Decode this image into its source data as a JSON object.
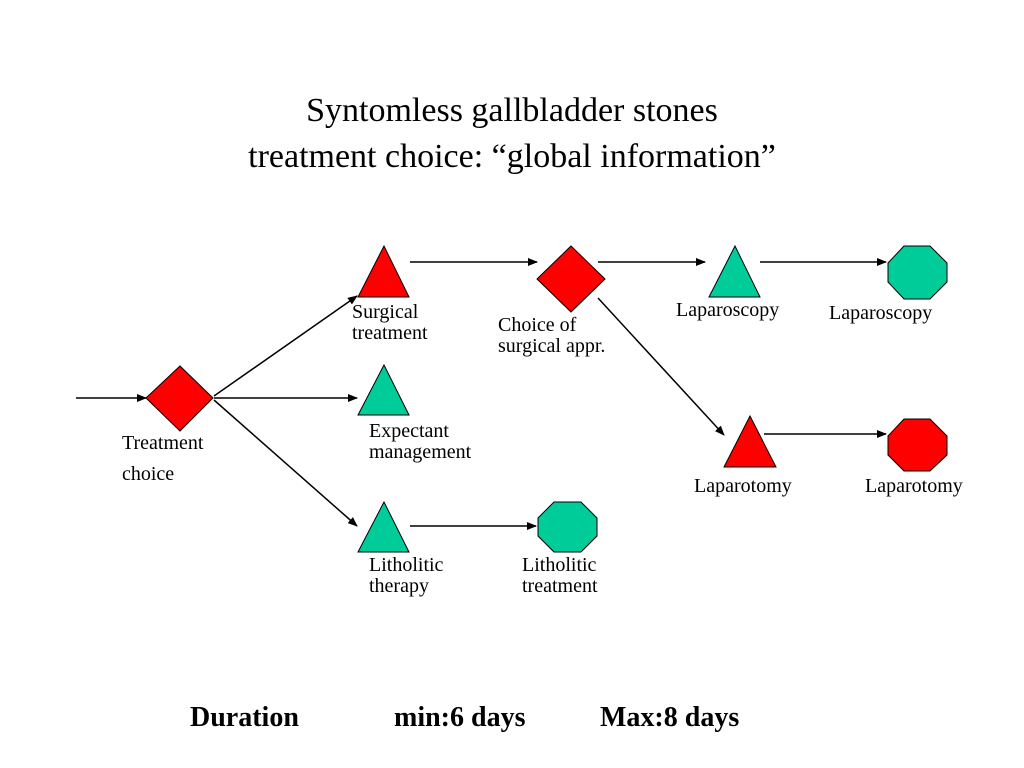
{
  "title": {
    "line1": "Syntomless gallbladder stones",
    "line2": "treatment choice: “global information”"
  },
  "colors": {
    "decision": "#ff0000",
    "chance_red": "#ff0000",
    "chance_green": "#00cc99",
    "terminal_green": "#00cc99",
    "terminal_red": "#ff0000",
    "outline": "#000000"
  },
  "nodes": {
    "treatment_choice": {
      "shape": "diamond",
      "line1": "Treatment",
      "line2": "choice"
    },
    "surgical_treatment": {
      "shape": "triangle",
      "line1": "Surgical",
      "line2": "treatment"
    },
    "expectant_management": {
      "shape": "triangle",
      "line1": "Expectant",
      "line2": "management"
    },
    "litholitic_therapy": {
      "shape": "triangle",
      "line1": "Litholitic",
      "line2": "therapy"
    },
    "litholitic_treatment": {
      "shape": "octagon",
      "line1": "Litholitic",
      "line2": "treatment"
    },
    "choice_surgical_appr": {
      "shape": "diamond",
      "line1": "Choice of",
      "line2": "surgical appr."
    },
    "laparoscopy_chance": {
      "shape": "triangle",
      "label": "Laparoscopy"
    },
    "laparoscopy_outcome": {
      "shape": "octagon",
      "label": "Laparoscopy"
    },
    "laparotomy_chance": {
      "shape": "triangle",
      "label": "Laparotomy"
    },
    "laparotomy_outcome": {
      "shape": "octagon",
      "label": "Laparotomy"
    }
  },
  "footer": {
    "duration_label": "Duration",
    "min_label": "min:6 days",
    "max_label": "Max:8 days"
  }
}
